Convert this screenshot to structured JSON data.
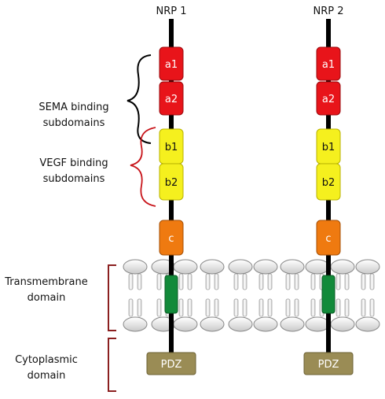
{
  "proteins": [
    {
      "name": "NRP 1",
      "domains": [
        "a1",
        "a2",
        "b1",
        "b2",
        "c"
      ],
      "tail": "PDZ"
    },
    {
      "name": "NRP 2",
      "domains": [
        "a1",
        "a2",
        "b1",
        "b2",
        "c"
      ],
      "tail": "PDZ"
    }
  ],
  "labels": {
    "sema": [
      "SEMA binding",
      "subdomains"
    ],
    "vegf": [
      "VEGF binding",
      "subdomains"
    ],
    "transmembrane": [
      "Transmembrane",
      "domain"
    ],
    "cytoplasmic": [
      "Cytoplasmic",
      "domain"
    ]
  },
  "colors": {
    "a_domain": "#e8141a",
    "b_domain": "#f5f01e",
    "c_domain": "#ef7a10",
    "transmembrane": "#128a3a",
    "pdz": "#9a8c55",
    "sema_bracket": "#000000",
    "vegf_bracket": "#c8141a",
    "membrane_bracket": "#8b2020",
    "backbone": "#000000"
  }
}
